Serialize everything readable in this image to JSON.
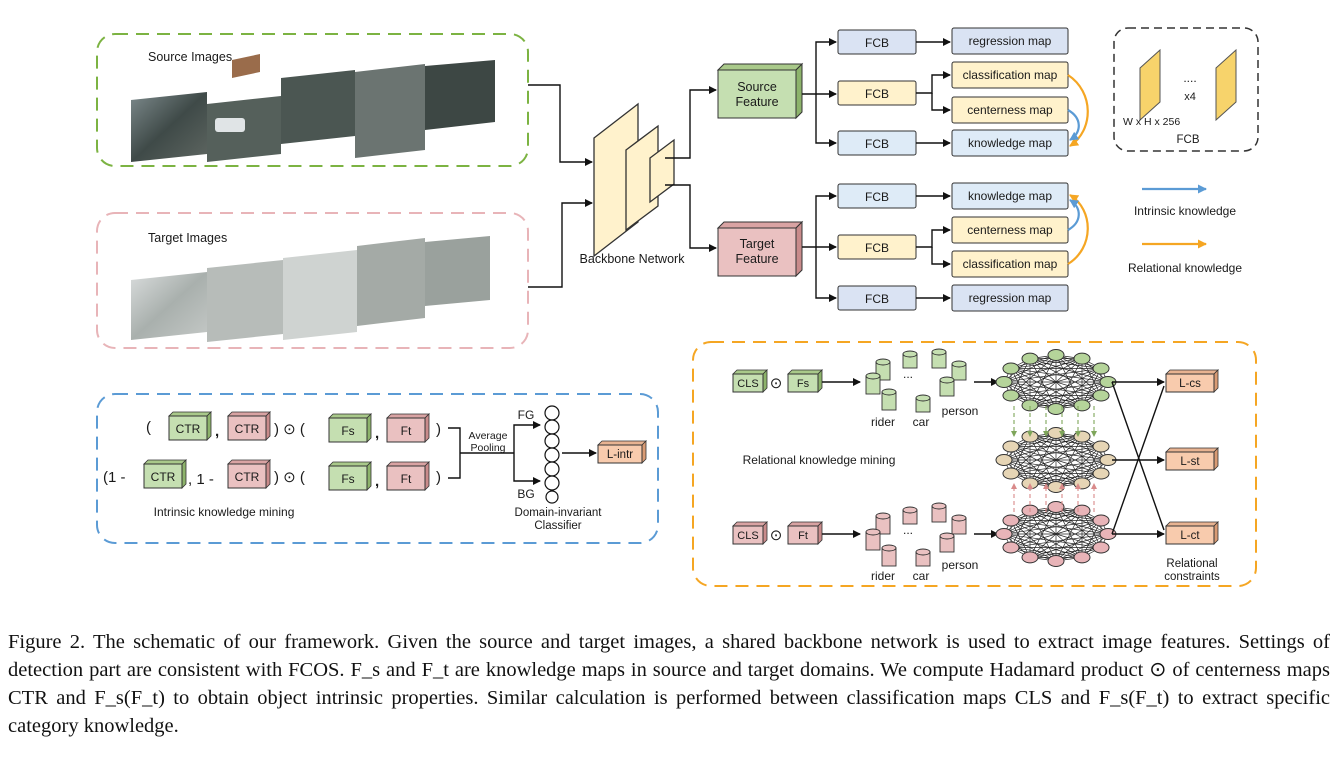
{
  "panels": {
    "source": {
      "title": "Source Images"
    },
    "target": {
      "title": "Target Images"
    },
    "fcb_legend": {
      "fcb_title": "FCB",
      "dims": "W x H x 256",
      "dots": "....",
      "repeat": "x4"
    }
  },
  "backbone": {
    "label": "Backbone Network"
  },
  "features": {
    "source": {
      "line1": "Source",
      "line2": "Feature"
    },
    "target": {
      "line1": "Target",
      "line2": "Feature"
    }
  },
  "heads": {
    "fcb_label": "FCB",
    "source_maps": [
      "regression map",
      "classification map",
      "centerness map",
      "knowledge map"
    ],
    "target_maps": [
      "knowledge map",
      "centerness map",
      "classification map",
      "regression map"
    ]
  },
  "legend": {
    "intrinsic": "Intrinsic knowledge",
    "relational": "Relational knowledge",
    "intrinsic_color": "#5b9bd5",
    "relational_color": "#f5a623"
  },
  "intrinsic": {
    "row1": {
      "open": "(",
      "ctr_a": "CTR",
      "comma": ",",
      "ctr_b": "CTR",
      "close_dot": ") ⊙ (",
      "fs": "Fs",
      "comma2": ",",
      "ft": "Ft",
      "close": ")"
    },
    "row2": {
      "open": "(1 -",
      "ctr_a": "CTR",
      "mid": ", 1 -",
      "ctr_b": "CTR",
      "close_dot": ") ⊙ (",
      "fs": "Fs",
      "comma2": ",",
      "ft": "Ft",
      "close": ")"
    },
    "pool_line1": "Average",
    "pool_line2": "Pooling",
    "fg": "FG",
    "bg": "BG",
    "output": "L-intr",
    "classifier_line1": "Domain-invariant",
    "classifier_line2": "Classifier",
    "title": "Intrinsic knowledge mining"
  },
  "relational": {
    "src": {
      "cls": "CLS",
      "op": "⊙",
      "feat": "Fs"
    },
    "tgt": {
      "cls": "CLS",
      "op": "⊙",
      "feat": "Ft"
    },
    "dots": "...",
    "categories": [
      "rider",
      "car",
      "person"
    ],
    "title": "Relational knowledge mining",
    "losses": [
      "L-cs",
      "L-st",
      "L-ct"
    ],
    "constraints_line1": "Relational",
    "constraints_line2": "constraints"
  },
  "caption": "Figure 2. The schematic of our framework. Given the source and target images, a shared backbone network is used to extract image features. Settings of detection part are consistent with FCOS. F_s and F_t are knowledge maps in source and target domains. We compute Hadamard product ⊙ of centerness maps CTR and F_s(F_t) to obtain object intrinsic properties. Similar calculation is performed between classification maps CLS and F_s(F_t) to extract specific category knowledge."
}
